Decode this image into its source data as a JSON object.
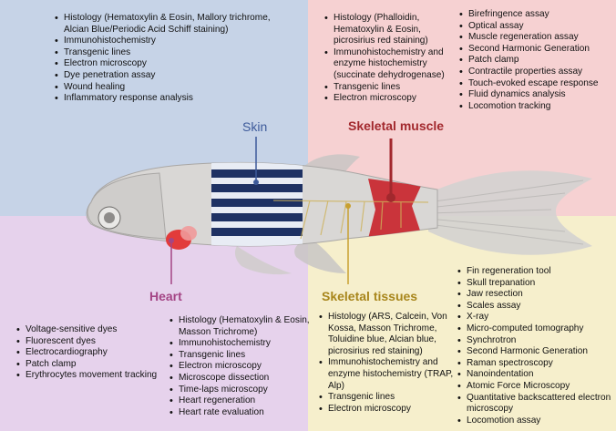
{
  "skin": {
    "label": "Skin",
    "items": [
      "Histology (Hematoxylin & Eosin, Mallory trichrome, Alcian Blue/Periodic Acid Schiff staining)",
      "Immunohistochemistry",
      "Transgenic lines",
      "Electron microscopy",
      "Dye penetration assay",
      "Wound healing",
      "Inflammatory response analysis"
    ]
  },
  "skeletal_muscle": {
    "label": "Skeletal muscle",
    "items_left": [
      "Histology (Phalloidin, Hematoxylin & Eosin, picrosirius red staining)",
      "Immunohistochemistry and enzyme histochemistry (succinate dehydrogenase)",
      "Transgenic lines",
      "Electron microscopy"
    ],
    "items_right": [
      "Birefringence assay",
      "Optical assay",
      "Muscle regeneration assay",
      "Second Harmonic Generation",
      "Patch clamp",
      "Contractile properties assay",
      "Touch-evoked escape response",
      "Fluid dynamics analysis",
      "Locomotion tracking"
    ]
  },
  "heart": {
    "label": "Heart",
    "items_left": [
      "Voltage-sensitive dyes",
      "Fluorescent dyes",
      "Electrocardiography",
      "Patch clamp",
      "Erythrocytes movement tracking"
    ],
    "items_right": [
      "Histology (Hematoxylin & Eosin, Masson Trichrome)",
      "Immunohistochemistry",
      "Transgenic lines",
      "Electron microscopy",
      "Microscope dissection",
      "Time-laps microscopy",
      "Heart regeneration",
      "Heart rate evaluation"
    ]
  },
  "skeletal_tissues": {
    "label": "Skeletal tissues",
    "items_left": [
      "Histology (ARS, Calcein, Von Kossa, Masson Trichrome, Toluidine blue, Alcian blue, picrosirius red staining)",
      "Immunohistochemistry and enzyme histochemistry (TRAP, Alp)",
      "Transgenic lines",
      "Electron microscopy"
    ],
    "items_right": [
      "Fin regeneration tool",
      "Skull trepanation",
      "Jaw resection",
      "Scales assay",
      "X-ray",
      "Micro-computed tomography",
      "Synchrotron",
      "Second Harmonic Generation",
      "Raman spectroscopy",
      "Nanoindentation",
      "Atomic Force Microscopy",
      "Quantitative backscattered electron microscopy",
      "Locomotion assay"
    ]
  },
  "colors": {
    "skin_bg": "#c6d3e7",
    "muscle_bg": "#f6d1d2",
    "heart_bg": "#e6d2ec",
    "skeletal_bg": "#f6efcc",
    "skin_accent": "#3d5a9a",
    "muscle_accent": "#a2282d",
    "heart_accent": "#a44585",
    "skeletal_accent": "#a8861c"
  }
}
